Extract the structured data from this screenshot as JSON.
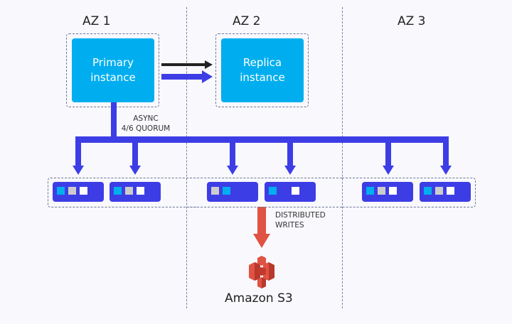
{
  "zones": [
    {
      "label": "AZ 1"
    },
    {
      "label": "AZ 2"
    },
    {
      "label": "AZ 3"
    }
  ],
  "primary": {
    "line1": "Primary",
    "line2": "instance"
  },
  "replica": {
    "line1": "Replica",
    "line2": "instance"
  },
  "quorum_label": {
    "line1": "ASYNC",
    "line2": "4/6 QUORUM"
  },
  "writes_label": {
    "line1": "DISTRIBUTED",
    "line2": "WRITES"
  },
  "s3_label": "Amazon S3",
  "colors": {
    "instance": "#00aeef",
    "storage_node": "#3d3de6",
    "arrow_blue": "#3d3de6",
    "arrow_black": "#222222",
    "arrow_red": "#e05243",
    "square_cyan": "#00aeef",
    "square_gray": "#cccccc",
    "square_white": "#ffffff"
  },
  "storage_nodes": [
    {
      "squares": [
        "cyan",
        "gray",
        "white"
      ]
    },
    {
      "squares": [
        "cyan",
        "gray",
        "white"
      ]
    },
    {
      "squares": [
        "gray",
        "cyan"
      ]
    },
    {
      "squares": [
        "cyan",
        "",
        "white"
      ]
    },
    {
      "squares": [
        "cyan",
        "gray",
        "white"
      ]
    },
    {
      "squares": [
        "cyan",
        "gray",
        "white"
      ]
    }
  ]
}
